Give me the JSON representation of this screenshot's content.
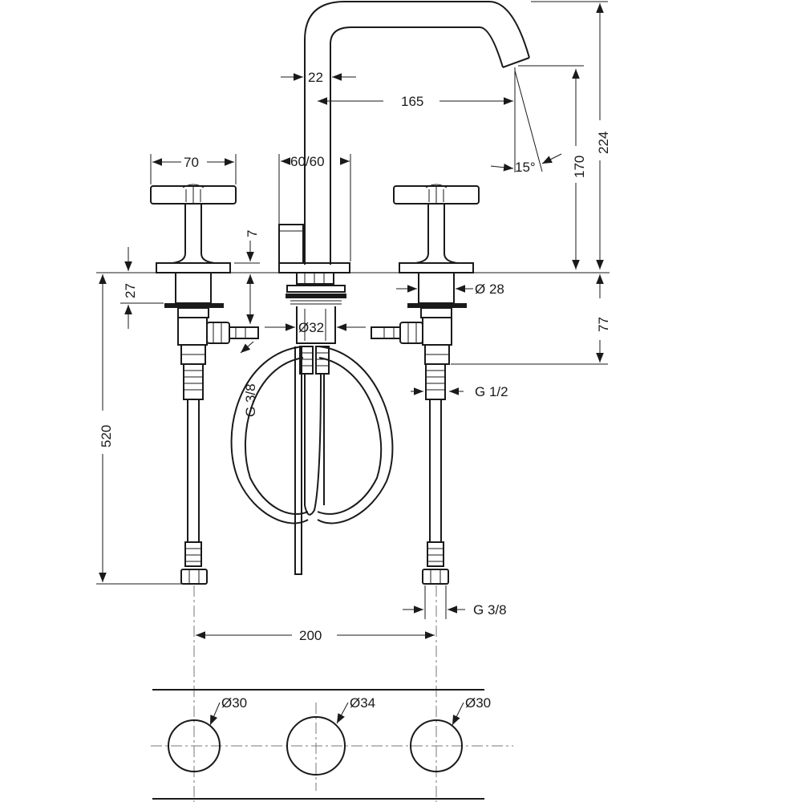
{
  "colors": {
    "line": "#1a1a1a",
    "background": "#ffffff",
    "centerline": "#777777"
  },
  "dimensions": {
    "spout_tube": "22",
    "spout_reach": "165",
    "body_size": "60/60",
    "handle_width": "70",
    "angle": "15°",
    "spout_height": "170",
    "overall_height": "224",
    "plate_gap": "7",
    "plate_height": "27",
    "shank_diameter": "Ø 28",
    "body_shank": "Ø32",
    "shank_length": "77",
    "hose_thread": "G 3/8",
    "valve_thread": "G 1/2",
    "hose_length": "520",
    "outlet_thread": "G 3/8",
    "valve_spacing": "200",
    "hole_left": "Ø30",
    "hole_center": "Ø34",
    "hole_right": "Ø30"
  }
}
